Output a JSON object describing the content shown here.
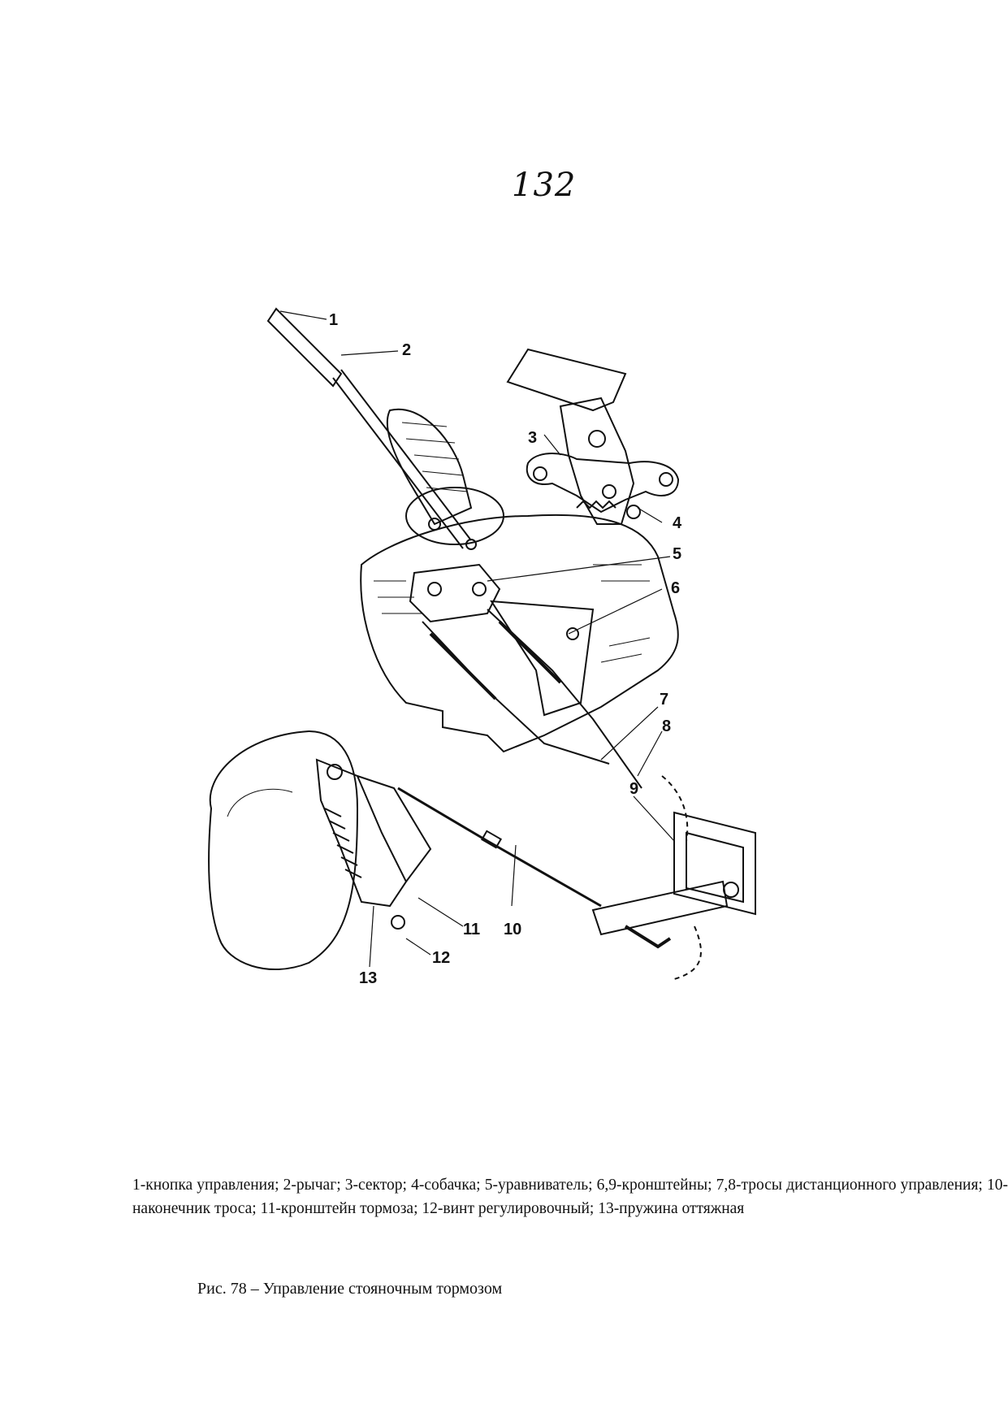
{
  "page_number": "132",
  "figure": {
    "callouts": [
      "1",
      "2",
      "3",
      "4",
      "5",
      "6",
      "7",
      "8",
      "9",
      "10",
      "11",
      "12",
      "13"
    ]
  },
  "caption": {
    "legend": "1-кнопка управления; 2-рычаг; 3-сектор; 4-собачка; 5-уравниватель; 6,9-кронштейны; 7,8-тросы дистанционного управления; 10-наконечник троса; 11-кронштейн тормоза; 12-винт регулировочный; 13-пружина оттяжная",
    "title": "Рис. 78 – Управление стояночным тормозом"
  }
}
